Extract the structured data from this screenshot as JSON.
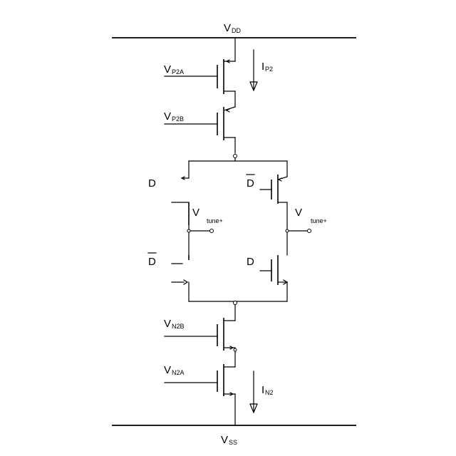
{
  "labels": {
    "vdd": "V",
    "vdd_sub": "DD",
    "vss": "V",
    "vss_sub": "SS",
    "ip2": "I",
    "ip2_sub": "P2",
    "in2": "I",
    "in2_sub": "N2",
    "vp2a": "V",
    "vp2a_sub": "P2A",
    "vp2b": "V",
    "vp2b_sub": "P2B",
    "vn2b": "V",
    "vn2b_sub": "N2B",
    "vn2a": "V",
    "vn2a_sub": "N2A",
    "vtune_left": "V",
    "vtune_left_sub": "tune+",
    "vtune_right": "V",
    "vtune_right_sub": "tune+",
    "d_top_left": "D",
    "dbar_top_right": "D",
    "dbar_bottom_left": "D",
    "d_bottom_right": "D"
  }
}
